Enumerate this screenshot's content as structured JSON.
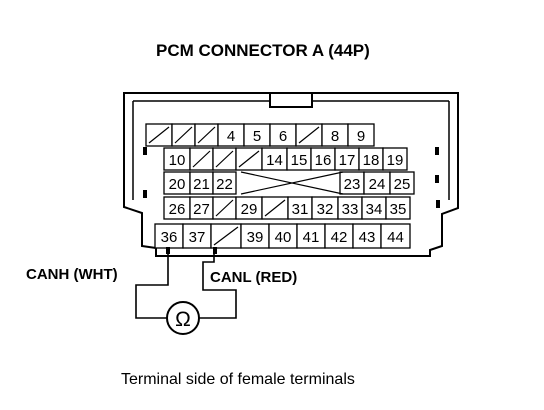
{
  "title": "PCM CONNECTOR A (44P)",
  "caption": "Terminal side of female terminals",
  "wire_labels": {
    "canh": "CANH (WHT)",
    "canl": "CANL (RED)"
  },
  "ohmmeter_symbol": "Ω",
  "rows": [
    [
      "",
      "",
      "",
      "4",
      "5",
      "6",
      "",
      "8",
      "9"
    ],
    [
      "10",
      "",
      "",
      "",
      "14",
      "15",
      "16",
      "17",
      "18",
      "19"
    ],
    [
      "20",
      "21",
      "22",
      "",
      "",
      "",
      "",
      "23",
      "24",
      "25"
    ],
    [
      "26",
      "27",
      "",
      "29",
      "",
      "31",
      "32",
      "33",
      "34",
      "35"
    ],
    [
      "36",
      "37",
      "",
      "39",
      "40",
      "41",
      "42",
      "43",
      "44"
    ]
  ]
}
